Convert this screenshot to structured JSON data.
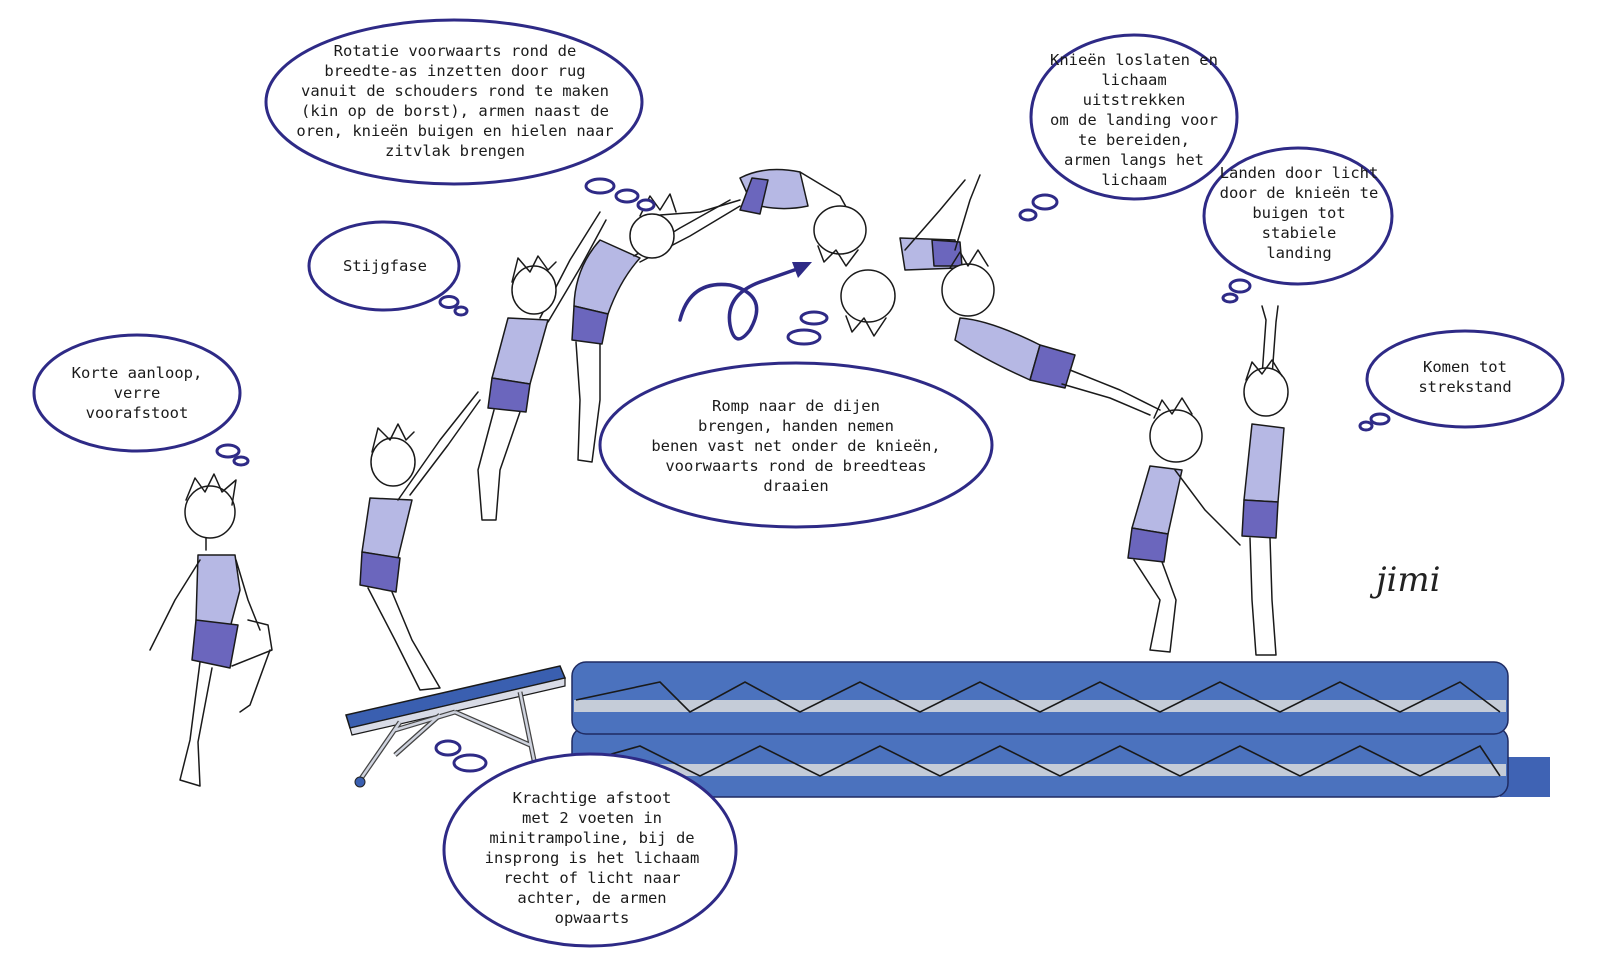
{
  "bubbles": {
    "korte_aanloop": "Korte aanloop,\nverre\nvoorafstoot",
    "stijgfase": "Stijgfase",
    "rotatie": "Rotatie voorwaarts rond de\nbreedte-as inzetten door rug\nvanuit de schouders rond te maken\n(kin op de borst), armen naast de\noren, knieën buigen en hielen naar\nzitvlak brengen",
    "romp": "Romp naar de dijen\nbrengen, handen nemen\nbenen vast net onder de knieën,\nvoorwaarts rond de breedteas\ndraaien",
    "knieen_loslaten": "Knieën loslaten en\nlichaam uitstrekken\nom de landing voor\nte bereiden,\narmen langs het\nlichaam",
    "landen": "Landen door licht\ndoor de knieën te\nbuigen tot stabiele\nlanding",
    "komen_tot": "Komen tot\nstrekstand",
    "krachtige": "Krachtige afstoot\nmet 2 voeten in\nminitrampoline, bij de\ninsprong is het lichaam\nrecht of licht naar\nachter, de armen\nopwaarts"
  },
  "signature": "jimi",
  "colors": {
    "outline": "#2e2a86",
    "mat": "#4b72be",
    "mat_stripe": "#c5ccd8",
    "suit": "#b6b8e4",
    "shorts": "#6b66bd",
    "trampoline": "#3a5fb0"
  }
}
